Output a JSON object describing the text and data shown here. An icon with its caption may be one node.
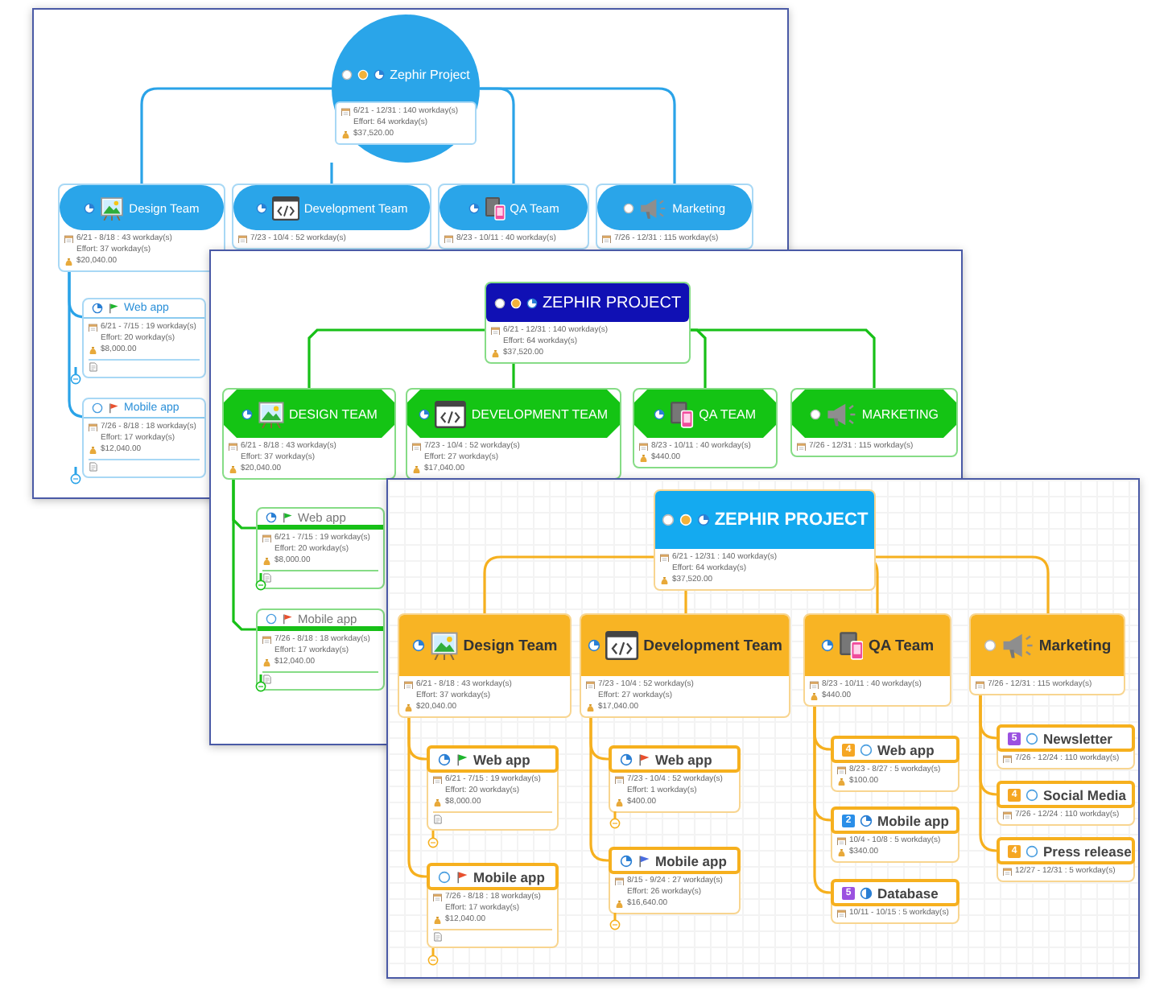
{
  "diagram": {
    "nodes": [
      {
        "text": [
          "Zephir Project",
          "6/21 - 12/31 : 140 workday(s)",
          "Effort: 64 workday(s)",
          "$37,520.00"
        ]
      },
      {
        "text": [
          "Design Team",
          "6/21 - 8/18 : 43 workday(s)",
          "Effort: 37 workday(s)",
          "$20,040.00"
        ]
      },
      {
        "text": [
          "Development Team",
          "7/23 - 10/4 : 52 workday(s)"
        ]
      },
      {
        "text": [
          "QA Team",
          "8/23 - 10/11 : 40 workday(s)"
        ]
      },
      {
        "text": [
          "Marketing",
          "7/26 - 12/31 : 115 workday(s)"
        ]
      },
      {
        "text": [
          "Web app",
          "6/21 - 7/15 : 19 workday(s)",
          "Effort: 20 workday(s)",
          "$8,000.00"
        ]
      },
      {
        "text": [
          "Mobile app",
          "7/26 - 8/18 : 18 workday(s)",
          "Effort: 17 workday(s)",
          "$12,040.00"
        ]
      },
      {
        "text": [
          "ZEPHIR PROJECT",
          "6/21 - 12/31 : 140 workday(s)",
          "Effort: 64 workday(s)",
          "$37,520.00"
        ]
      },
      {
        "text": [
          "DESIGN TEAM",
          "6/21 - 8/18 : 43 workday(s)",
          "Effort: 37 workday(s)",
          "$20,040.00"
        ]
      },
      {
        "text": [
          "DEVELOPMENT TEAM",
          "7/23 - 10/4 : 52 workday(s)",
          "Effort: 27 workday(s)",
          "$17,040.00"
        ]
      },
      {
        "text": [
          "QA TEAM",
          "8/23 - 10/11 : 40 workday(s)",
          "$440.00"
        ]
      },
      {
        "text": [
          "MARKETING",
          "7/26 - 12/31 : 115 workday(s)"
        ]
      },
      {
        "text": [
          "Web app",
          "6/21 - 7/15 : 19 workday(s)",
          "Effort: 20 workday(s)",
          "$8,000.00"
        ]
      },
      {
        "text": [
          "Mobile app",
          "7/26 - 8/18 : 18 workday(s)",
          "Effort: 17 workday(s)",
          "$12,040.00"
        ]
      },
      {
        "text": [
          "ZEPHIR PROJECT",
          "6/21 - 12/31 : 140 workday(s)",
          "Effort: 64 workday(s)",
          "$37,520.00"
        ]
      },
      {
        "text": [
          "Design Team",
          "6/21 - 8/18 : 43 workday(s)",
          "Effort: 37 workday(s)",
          "$20,040.00"
        ]
      },
      {
        "text": [
          "Development Team",
          "7/23 - 10/4 : 52 workday(s)",
          "Effort: 27 workday(s)",
          "$17,040.00"
        ]
      },
      {
        "text": [
          "QA Team",
          "8/23 - 10/11 : 40 workday(s)",
          "$440.00"
        ]
      },
      {
        "text": [
          "Marketing",
          "7/26 - 12/31 : 115 workday(s)"
        ]
      },
      {
        "text": [
          "Web app",
          "6/21 - 7/15 : 19 workday(s)",
          "Effort: 20 workday(s)",
          "$8,000.00"
        ]
      },
      {
        "text": [
          "Mobile app",
          "7/26 - 8/18 : 18 workday(s)",
          "Effort: 17 workday(s)",
          "$12,040.00"
        ]
      },
      {
        "text": [
          "Web app",
          "7/23 - 10/4 : 52 workday(s)",
          "Effort: 1 workday(s)",
          "$400.00"
        ]
      },
      {
        "text": [
          "Mobile app",
          "8/15 - 9/24 : 27 workday(s)",
          "Effort: 26 workday(s)",
          "$16,640.00"
        ]
      },
      {
        "text": [
          "4",
          "Web app",
          "8/23 - 8/27 : 5 workday(s)",
          "$100.00"
        ]
      },
      {
        "text": [
          "2",
          "Mobile app",
          "10/4 - 10/8 : 5 workday(s)",
          "$340.00"
        ]
      },
      {
        "text": [
          "5",
          "Database",
          "10/11 - 10/15 : 5 workday(s)"
        ]
      },
      {
        "text": [
          "5",
          "Newsletter",
          "7/26 - 12/24 : 110 workday(s)"
        ]
      },
      {
        "text": [
          "4",
          "Social Media",
          "7/26 - 12/24 : 110 workday(s)"
        ]
      },
      {
        "text": [
          "4",
          "Press release",
          "12/27 - 12/31 : 5 workday(s)"
        ]
      }
    ],
    "edges": [
      {
        "from": 0,
        "to": 1,
        "arrow": "none",
        "color": "#2aa3e8"
      },
      {
        "from": 0,
        "to": 2,
        "arrow": "none",
        "color": "#2aa3e8"
      },
      {
        "from": 0,
        "to": 3,
        "arrow": "none",
        "color": "#2aa3e8"
      },
      {
        "from": 0,
        "to": 4,
        "arrow": "none",
        "color": "#2aa3e8"
      },
      {
        "from": 1,
        "to": 5,
        "arrow": "none",
        "color": "#2aa3e8"
      },
      {
        "from": 1,
        "to": 6,
        "arrow": "none",
        "color": "#2aa3e8"
      },
      {
        "from": 7,
        "to": 8,
        "arrow": "none",
        "color": "#17c017"
      },
      {
        "from": 7,
        "to": 9,
        "arrow": "none",
        "color": "#17c017"
      },
      {
        "from": 7,
        "to": 10,
        "arrow": "none",
        "color": "#17c017"
      },
      {
        "from": 7,
        "to": 11,
        "arrow": "none",
        "color": "#17c017"
      },
      {
        "from": 8,
        "to": 12,
        "arrow": "none",
        "color": "#17c017"
      },
      {
        "from": 8,
        "to": 13,
        "arrow": "none",
        "color": "#17c017"
      },
      {
        "from": 14,
        "to": 15,
        "arrow": "none"
      },
      {
        "from": 14,
        "to": 16,
        "arrow": "none"
      },
      {
        "from": 14,
        "to": 17,
        "arrow": "none"
      },
      {
        "from": 14,
        "to": 18,
        "arrow": "none"
      },
      {
        "from": 15,
        "to": 19,
        "arrow": "none"
      },
      {
        "from": 15,
        "to": 20,
        "arrow": "none"
      },
      {
        "from": 16,
        "to": 21,
        "arrow": "none"
      },
      {
        "from": 16,
        "to": 22,
        "arrow": "none"
      },
      {
        "from": 17,
        "to": 23,
        "arrow": "none"
      },
      {
        "from": 17,
        "to": 24,
        "arrow": "none"
      },
      {
        "from": 17,
        "to": 25,
        "arrow": "none"
      },
      {
        "from": 18,
        "to": 26,
        "arrow": "none"
      },
      {
        "from": 18,
        "to": 27,
        "arrow": "none"
      },
      {
        "from": 18,
        "to": 28,
        "arrow": "none"
      }
    ]
  }
}
